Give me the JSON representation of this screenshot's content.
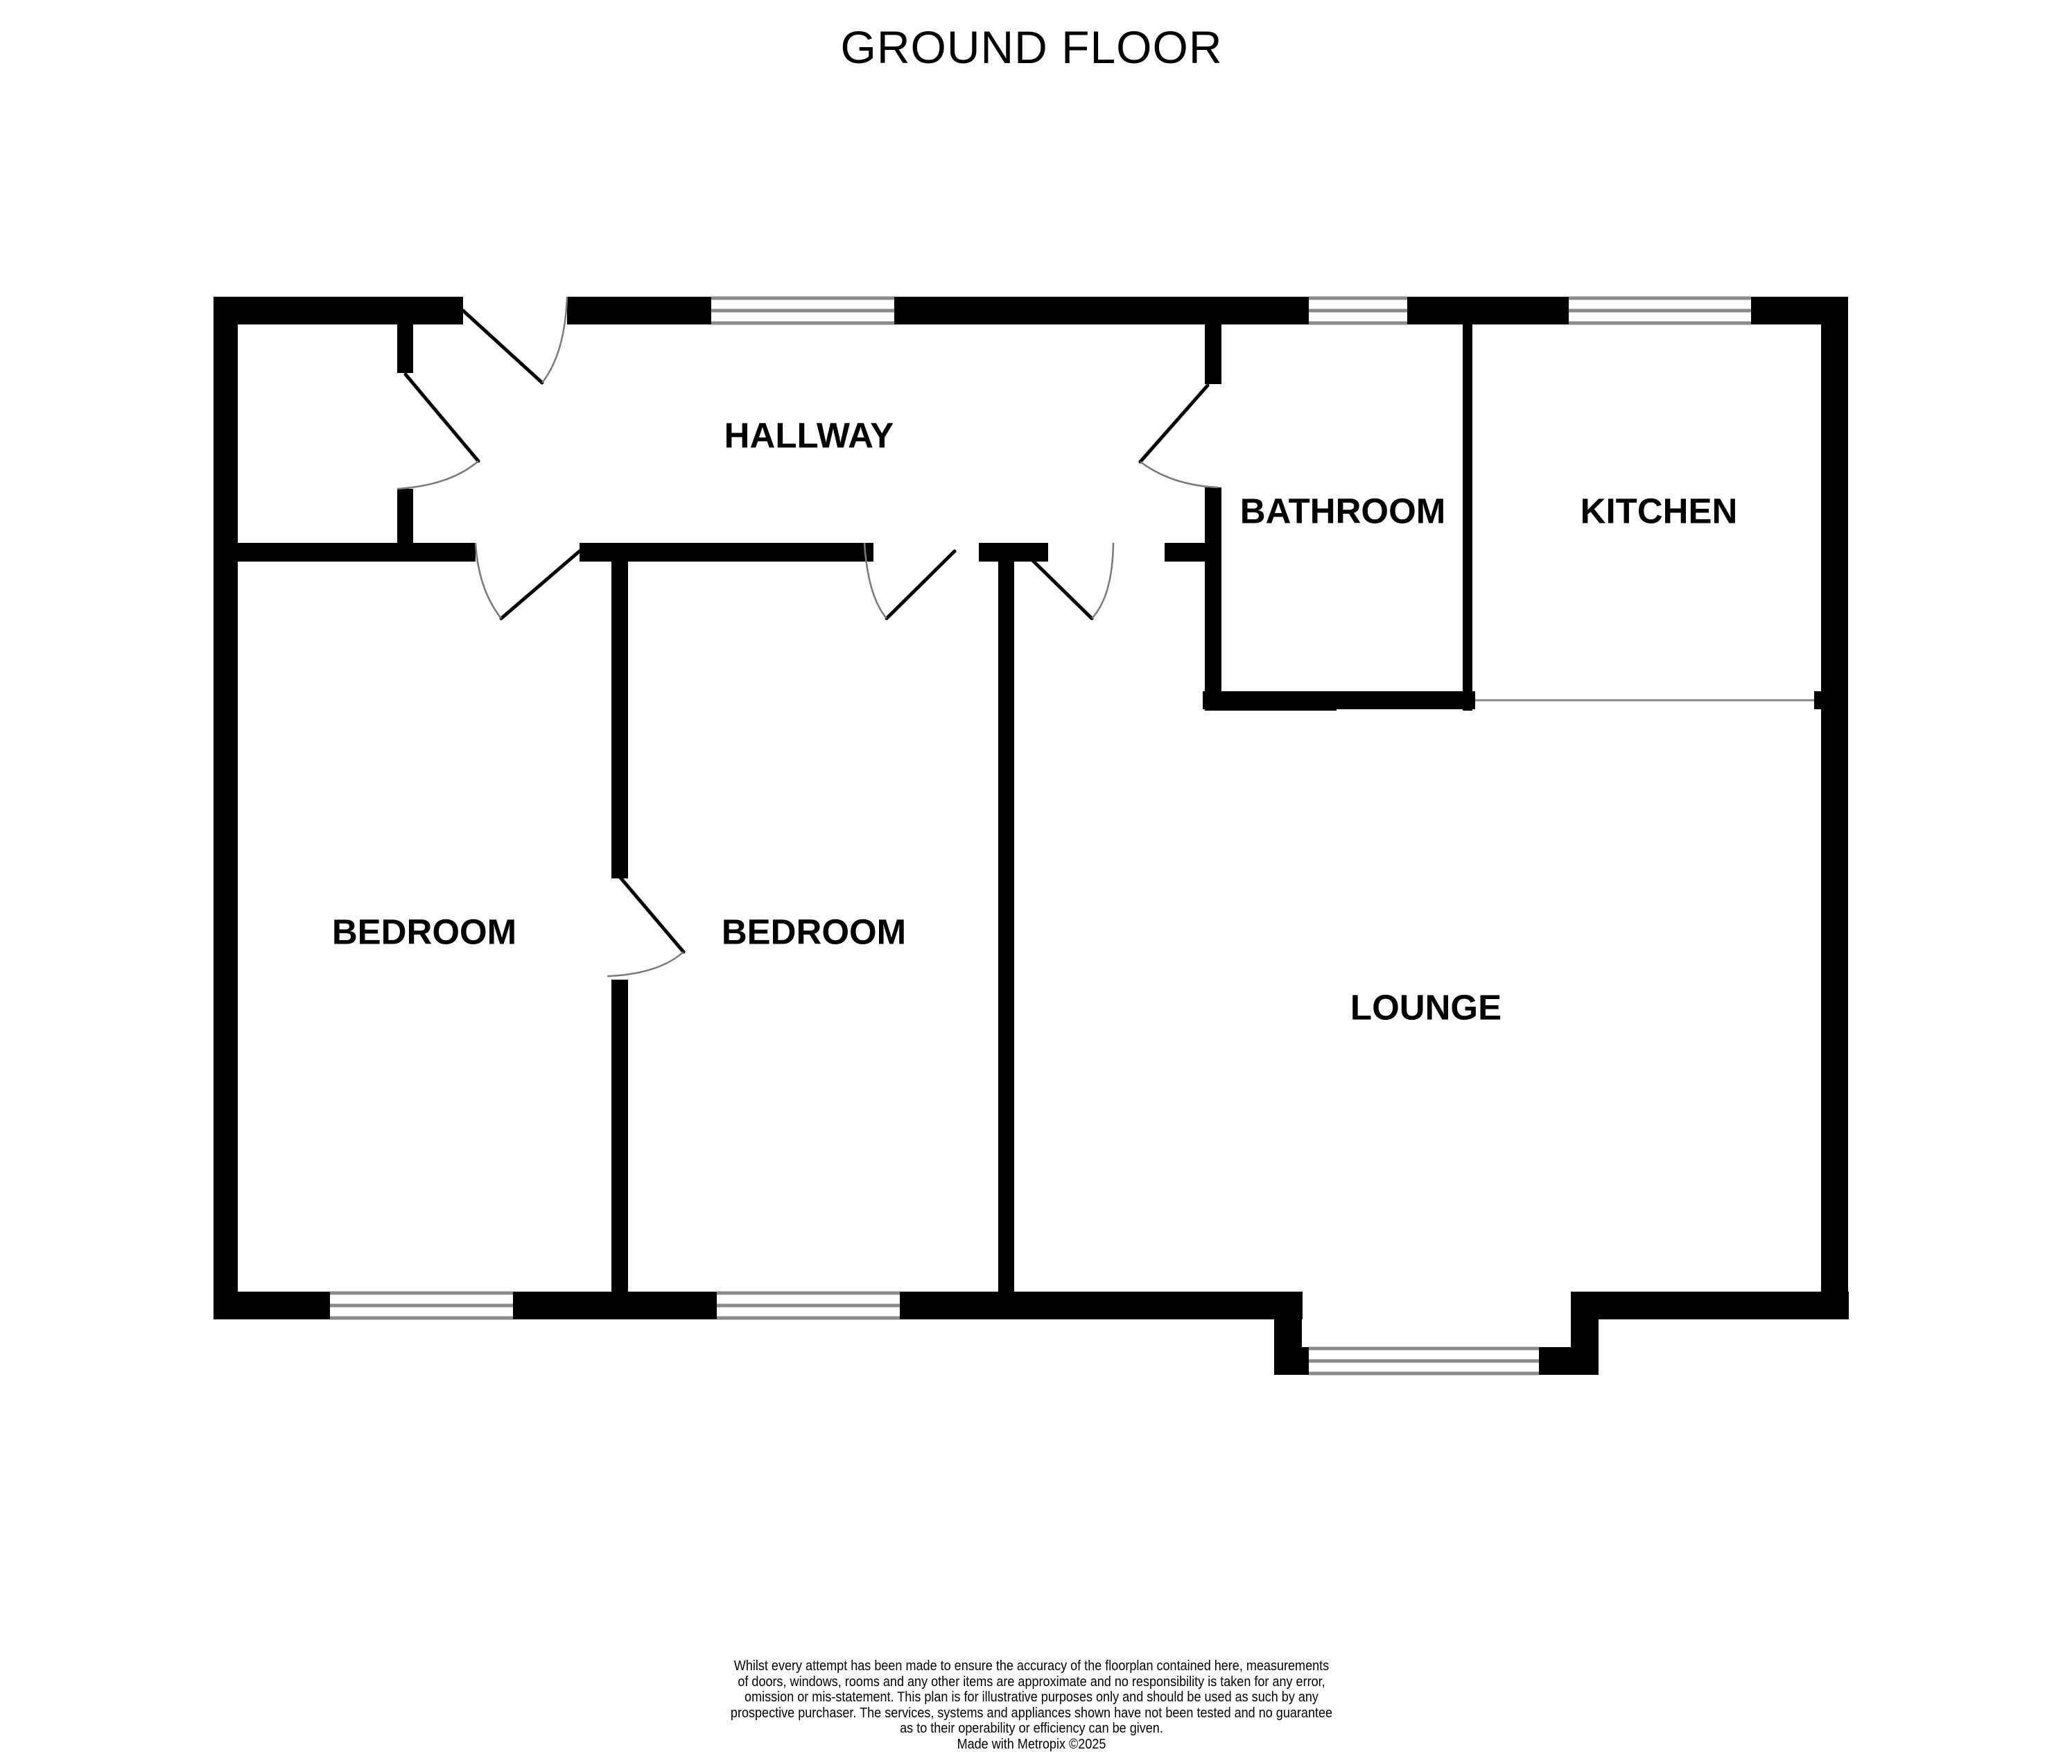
{
  "title": "GROUND FLOOR",
  "rooms": [
    {
      "id": "hallway",
      "label": "HALLWAY"
    },
    {
      "id": "bathroom",
      "label": "BATHROOM"
    },
    {
      "id": "kitchen",
      "label": "KITCHEN"
    },
    {
      "id": "bedroom_left",
      "label": "BEDROOM"
    },
    {
      "id": "bedroom_middle",
      "label": "BEDROOM"
    },
    {
      "id": "lounge",
      "label": "LOUNGE"
    }
  ],
  "disclaimer": {
    "lines": [
      "Whilst every attempt has been made to ensure the accuracy of the floorplan contained here, measurements",
      "of doors, windows, rooms and any other items are approximate and no responsibility is taken for any error,",
      "omission or mis-statement. This plan is for illustrative purposes only and should be used as such by any",
      "prospective purchaser. The services, systems and appliances shown have not been tested and no guarantee",
      "as to their operability or efficiency can be given."
    ],
    "credit": "Made with Metropix ©2025"
  },
  "colors": {
    "wall": "#000000",
    "window_line": "#8a8a8a",
    "door_arc": "#7a7a7a",
    "background": "#ffffff"
  }
}
